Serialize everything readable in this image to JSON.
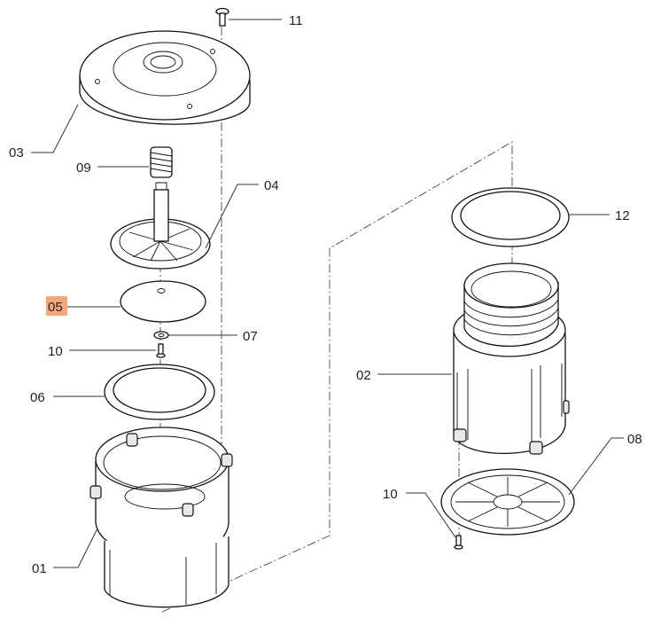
{
  "diagram": {
    "highlight_color": "#f4a77a",
    "labels": {
      "l01": "01",
      "l02": "02",
      "l03": "03",
      "l04": "04",
      "l05": "05",
      "l06": "06",
      "l07": "07",
      "l08": "08",
      "l09": "09",
      "l10a": "10",
      "l10b": "10",
      "l11": "11",
      "l12": "12"
    }
  }
}
